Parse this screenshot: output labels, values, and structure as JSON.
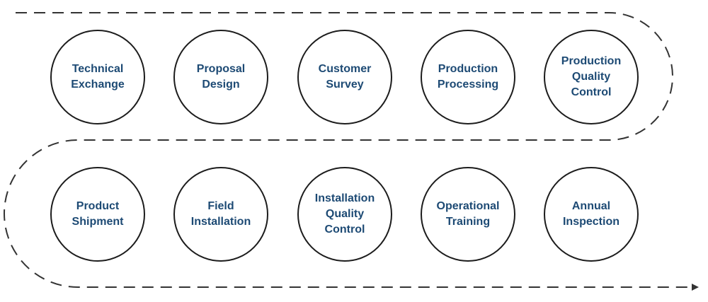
{
  "colors": {
    "label_text": "#1d4a74",
    "circle_border": "#1c1c1c",
    "path_line": "#333333",
    "background": "#ffffff"
  },
  "steps": [
    {
      "lines": [
        "Technical",
        "Exchange"
      ]
    },
    {
      "lines": [
        "Proposal",
        "Design"
      ]
    },
    {
      "lines": [
        "Customer",
        "Survey"
      ]
    },
    {
      "lines": [
        "Production",
        "Processing"
      ]
    },
    {
      "lines": [
        "Production",
        "Quality",
        "Control"
      ]
    },
    {
      "lines": [
        "Product",
        "Shipment"
      ]
    },
    {
      "lines": [
        "Field",
        "Installation"
      ]
    },
    {
      "lines": [
        "Installation",
        "Quality",
        "Control"
      ]
    },
    {
      "lines": [
        "Operational",
        "Training"
      ]
    },
    {
      "lines": [
        "Annual",
        "Inspection"
      ]
    }
  ],
  "path": {
    "style": "dashed",
    "end_marker": "arrow-right-icon"
  }
}
